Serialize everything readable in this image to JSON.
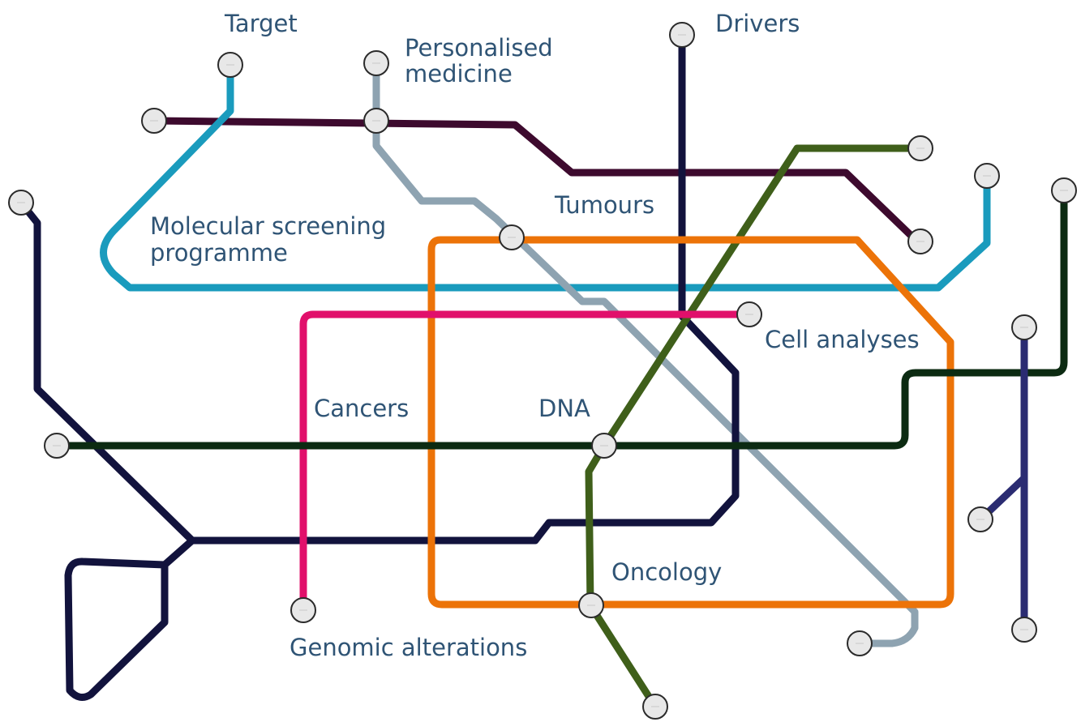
{
  "diagram": {
    "lines": [
      {
        "id": "maroon",
        "color": "#3d0a2e"
      },
      {
        "id": "teal",
        "color": "#1a9bbd"
      },
      {
        "id": "grey",
        "color": "#8ea3b1"
      },
      {
        "id": "navy",
        "color": "#12133d"
      },
      {
        "id": "olive",
        "color": "#3f5f1a"
      },
      {
        "id": "orange",
        "color": "#ec7308"
      },
      {
        "id": "magenta",
        "color": "#e1106b"
      },
      {
        "id": "darkgreen",
        "color": "#0c2b12"
      },
      {
        "id": "indigo",
        "color": "#2b2c72"
      }
    ],
    "labels": {
      "target": "Target",
      "personalised_1": "Personalised",
      "personalised_2": "medicine",
      "drivers": "Drivers",
      "molecular_1": "Molecular screening",
      "molecular_2": "programme",
      "tumours": "Tumours",
      "cell_analyses": "Cell analyses",
      "cancers": "Cancers",
      "dna": "DNA",
      "oncology": "Oncology",
      "genomic": "Genomic alterations"
    }
  }
}
